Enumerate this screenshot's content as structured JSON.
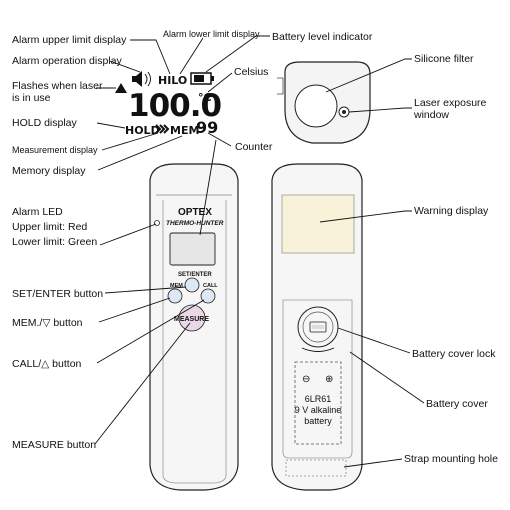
{
  "labels": {
    "alarm_upper_limit_display": "Alarm upper limit display",
    "alarm_lower_limit_display": "Alarm lower limit display",
    "battery_level_indicator": "Battery level indicator",
    "alarm_operation_display": "Alarm operation display",
    "celsius": "Celsius",
    "flashes_line1": "Flashes when laser",
    "flashes_line2": "is in use",
    "hold_display": "HOLD display",
    "measurement_display": "Measurement display",
    "memory_display": "Memory display",
    "counter": "Counter",
    "alarm_led_line1": "Alarm LED",
    "alarm_led_line2": "Upper limit: Red",
    "alarm_led_line3": "Lower limit: Green",
    "set_enter_button": "SET/ENTER button",
    "mem_button": "MEM./▽ button",
    "call_button": "CALL/△ button",
    "measure_button": "MEASURE button",
    "silicone_filter": "Silicone filter",
    "laser_window_line1": "Laser exposure",
    "laser_window_line2": "window",
    "warning_display": "Warning display",
    "battery_cover_lock": "Battery cover lock",
    "battery_cover": "Battery cover",
    "strap_mounting_hole": "Strap mounting hole"
  },
  "lcd": {
    "hilo": "HILO",
    "reading": "100.0",
    "unit": "°C",
    "hold": "HOLD",
    "mem": "MEM",
    "counter": "99"
  },
  "device": {
    "brand": "OPTEX",
    "model": "THERMO-HUNTER",
    "set_enter": "SET/ENTER",
    "mem": "MEM",
    "call": "CALL",
    "measure": "MEASURE"
  },
  "battery": {
    "minus": "⊖",
    "plus": "⊕",
    "line1": "6LR61",
    "line2": "9 V alkaline",
    "line3": "battery"
  }
}
